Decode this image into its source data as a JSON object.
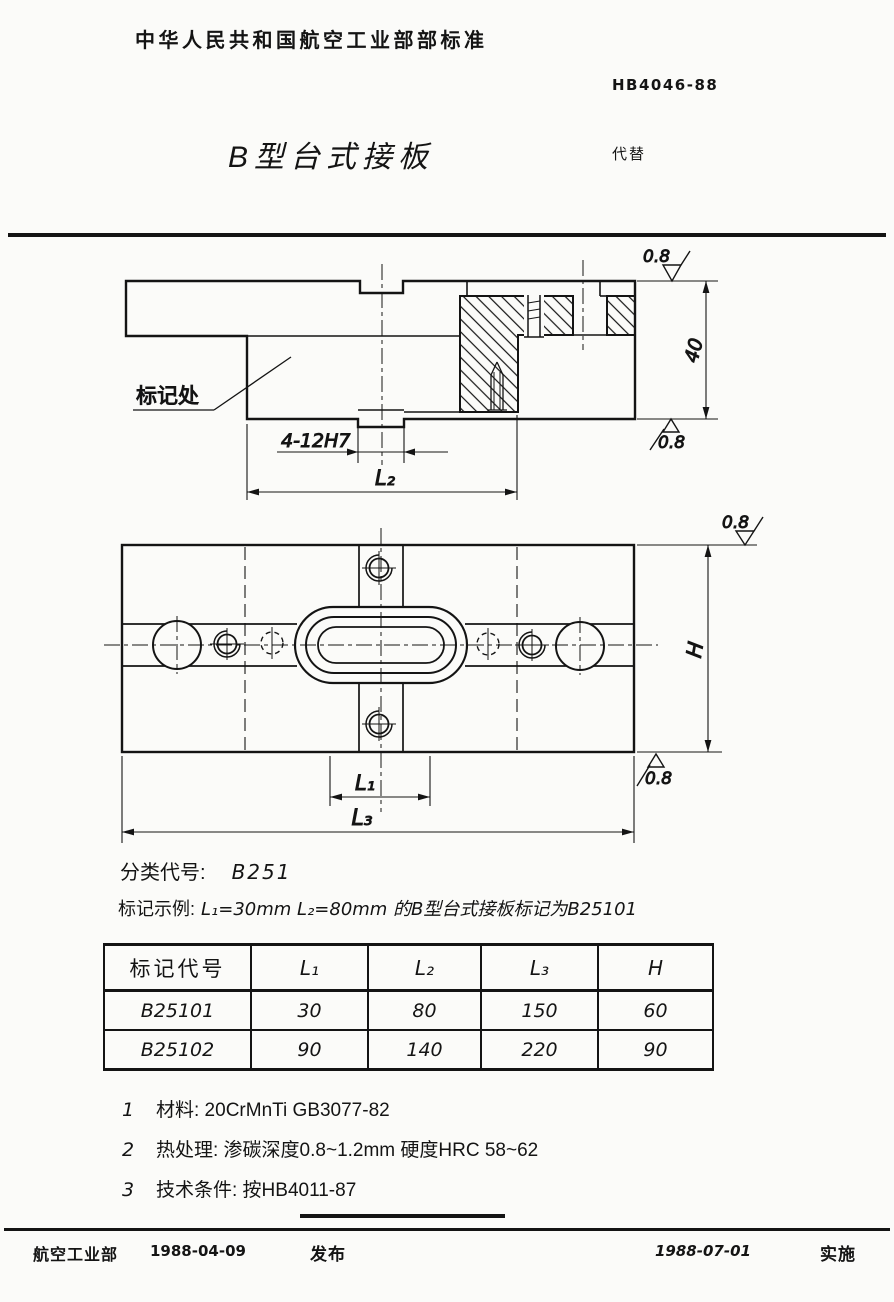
{
  "document": {
    "authority_line": "中华人民共和国航空工业部部标准",
    "standard_number": "HB4046-88",
    "title": "B型台式接板",
    "replaces_label": "代替"
  },
  "drawing": {
    "section_view": {
      "mark_location_label": "标记处",
      "slot_dimension": "4-12H7",
      "length_dimension": "L₂",
      "height_dimension": "40",
      "surface_finish_top": "0.8",
      "surface_finish_bottom": "0.8"
    },
    "plan_view": {
      "length_dimension_inner": "L₁",
      "length_dimension_overall": "L₃",
      "height_dimension": "H",
      "surface_finish_top": "0.8",
      "surface_finish_bottom": "0.8"
    }
  },
  "classification": {
    "label": "分类代号:",
    "value": "B251"
  },
  "marking_example": {
    "label": "标记示例:",
    "text": "L₁=30mm L₂=80mm 的B型台式接板标记为B25101"
  },
  "table": {
    "headers": [
      "标记代号",
      "L₁",
      "L₂",
      "L₃",
      "H"
    ],
    "rows": [
      [
        "B25101",
        "30",
        "80",
        "150",
        "60"
      ],
      [
        "B25102",
        "90",
        "140",
        "220",
        "90"
      ]
    ]
  },
  "notes": [
    {
      "num": "1",
      "text": "材料: 20CrMnTi GB3077-82"
    },
    {
      "num": "2",
      "text": "热处理: 渗碳深度0.8~1.2mm 硬度HRC 58~62"
    },
    {
      "num": "3",
      "text": "技术条件: 按HB4011-87"
    }
  ],
  "footer": {
    "issuer": "航空工业部",
    "issue_date": "1988-04-09",
    "publish_label": "发布",
    "effective_date": "1988-07-01",
    "effective_label": "实施"
  }
}
